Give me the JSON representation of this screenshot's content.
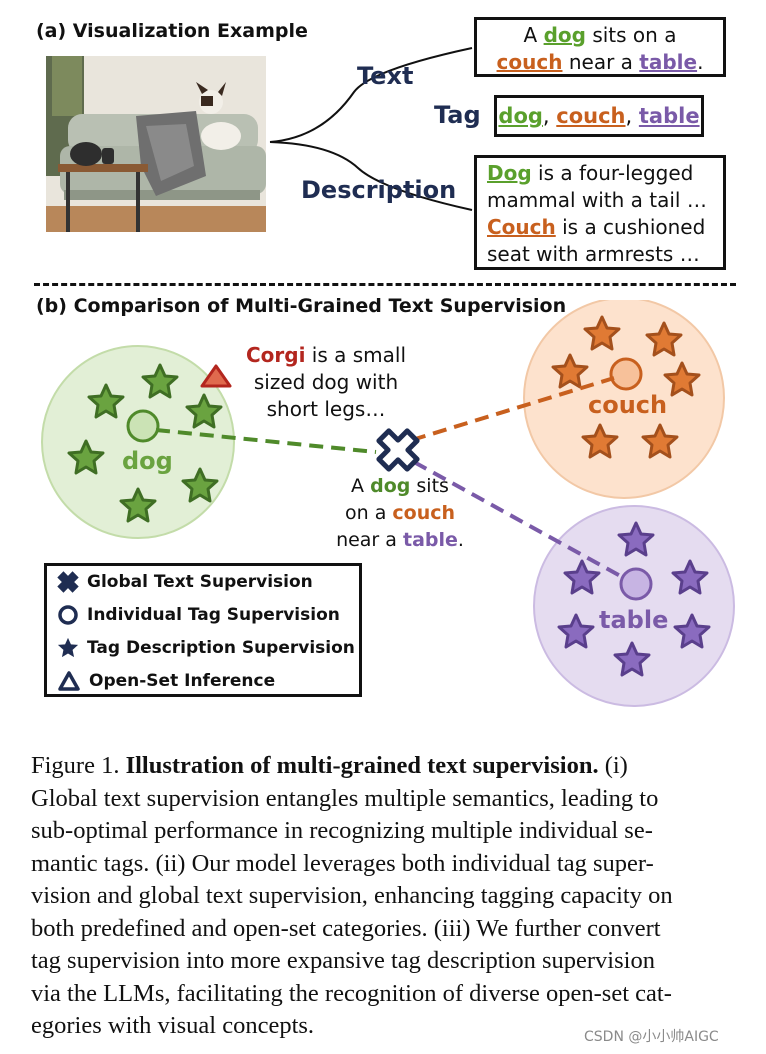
{
  "part_a": {
    "title": "(a) Visualization Example",
    "labels": {
      "text": "Text",
      "tag": "Tag",
      "description": "Description"
    },
    "text_box": {
      "w1": "A ",
      "dog": "dog",
      "w2": " sits on a",
      "couch": "couch",
      "w3": " near a ",
      "table": "table",
      "w4": "."
    },
    "tag_box": {
      "dog": "dog",
      "sep1": ", ",
      "couch": "couch",
      "sep2": ", ",
      "table": "table"
    },
    "desc_box": {
      "dog": "Dog",
      "line1_rest": " is a four-legged",
      "line2": "mammal with a tail …",
      "couch": "Couch",
      "line3_rest": " is a cushioned",
      "line4": "seat with armrests …"
    }
  },
  "part_b": {
    "title": "(b) Comparison of Multi-Grained Text Supervision",
    "clusters": {
      "dog": "dog",
      "couch": "couch",
      "table": "table"
    },
    "corgi": {
      "name": "Corgi",
      "rest1": " is a small",
      "line2": "sized dog with",
      "line3": "short legs…"
    },
    "center_text": {
      "w1": "A ",
      "dog": "dog",
      "w2": " sits",
      "w3": "on a ",
      "couch": "couch",
      "w4": "near a ",
      "table": "table",
      "w5": "."
    },
    "legend": {
      "global": "Global Text Supervision",
      "individual": "Individual Tag Supervision",
      "description": "Tag Description Supervision",
      "open_set": "Open-Set Inference"
    }
  },
  "caption": {
    "lines": [
      {
        "prefix": "Figure 1.  ",
        "bold": "Illustration of multi-grained text supervision.",
        "rest": "  (i)"
      },
      {
        "prefix": "Global text supervision entangles multiple semantics, leading to",
        "bold": "",
        "rest": ""
      },
      {
        "prefix": "sub-optimal performance in recognizing multiple individual se-",
        "bold": "",
        "rest": ""
      },
      {
        "prefix": "mantic tags.  (ii) Our model leverages both individual tag super-",
        "bold": "",
        "rest": ""
      },
      {
        "prefix": "vision and global text supervision, enhancing tagging capacity on",
        "bold": "",
        "rest": ""
      },
      {
        "prefix": "both predefined and open-set categories.  (iii) We further convert",
        "bold": "",
        "rest": ""
      },
      {
        "prefix": "tag supervision into more expansive tag description supervision",
        "bold": "",
        "rest": ""
      },
      {
        "prefix": "via the LLMs, facilitating the recognition of diverse open-set cat-",
        "bold": "",
        "rest": ""
      },
      {
        "prefix": "egories with visual concepts.",
        "bold": "",
        "rest": ""
      }
    ]
  },
  "watermark": "CSDN @小小帅AIGC",
  "colors": {
    "green": "#5aa02c",
    "orange": "#c8601e",
    "purple": "#7a5aa8",
    "navy": "#1f2d52",
    "red": "#b3261e"
  }
}
